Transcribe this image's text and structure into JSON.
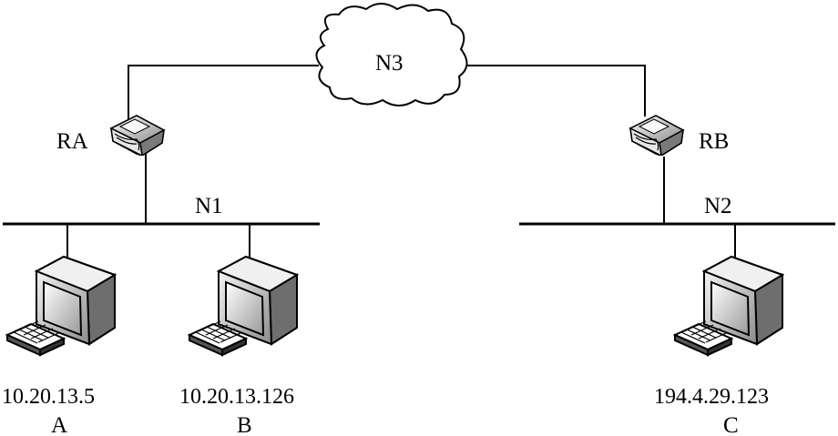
{
  "networks": {
    "n1": "N1",
    "n2": "N2",
    "n3": "N3"
  },
  "routers": {
    "ra": "RA",
    "rb": "RB"
  },
  "hosts": {
    "a": {
      "ip": "10.20.13.5",
      "name": "A"
    },
    "b": {
      "ip": "10.20.13.126",
      "name": "B"
    },
    "c": {
      "ip": "194.4.29.123",
      "name": "C"
    }
  },
  "icons": {
    "router": "router-icon",
    "computer": "computer-icon",
    "cloud": "cloud-icon"
  }
}
